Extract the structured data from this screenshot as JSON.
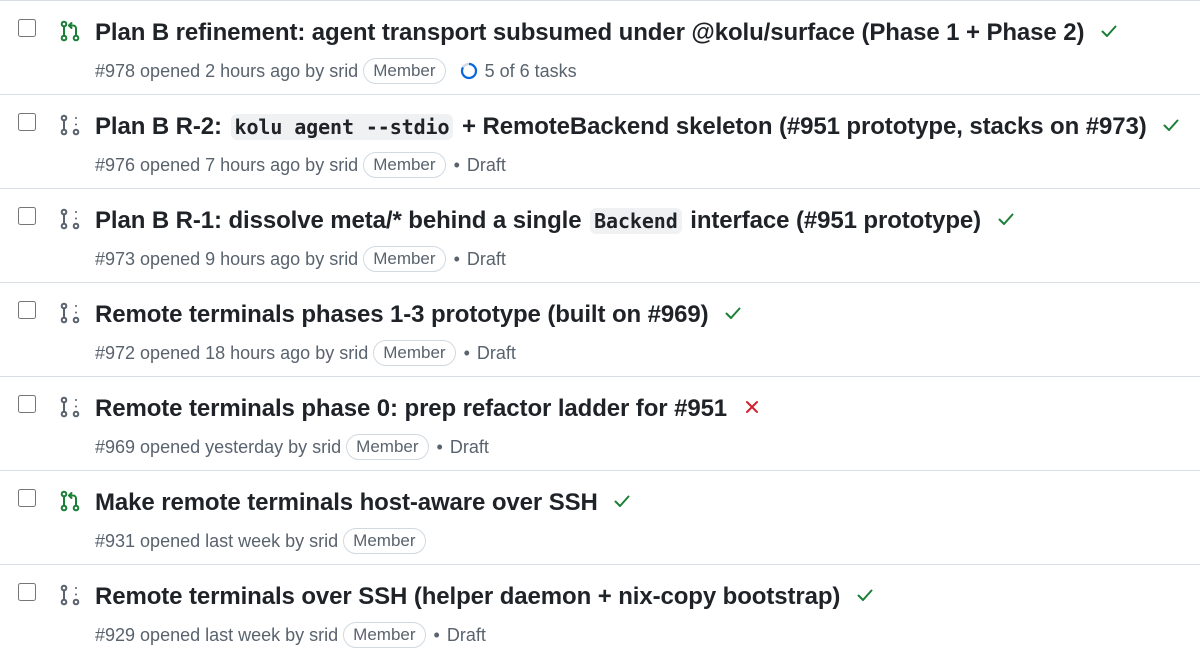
{
  "colors": {
    "open_icon": "#1a7f37",
    "draft_icon": "#59636e",
    "check": "#1a7f37",
    "fail": "#d1242f",
    "progress": "#0969da",
    "muted_text": "#59636e",
    "border": "#d8dee4"
  },
  "pull_requests": [
    {
      "state_icon": "git-pull-request-open-icon",
      "title_before": "Plan B refinement: agent transport subsumed under @kolu/surface (Phase 1 + Phase 2)",
      "title_code": "",
      "title_after": "",
      "status": "success",
      "meta": "#978 opened 2 hours ago by srid",
      "badge": "Member",
      "draft": "",
      "tasks": "5 of 6 tasks",
      "tasks_progress": 0.83
    },
    {
      "state_icon": "git-pull-request-draft-icon",
      "title_before": "Plan B R-2:",
      "title_code": "kolu agent --stdio",
      "title_after": "+ RemoteBackend skeleton (#951 prototype, stacks on #973)",
      "status": "success",
      "meta": "#976 opened 7 hours ago by srid",
      "badge": "Member",
      "draft": "Draft",
      "tasks": "",
      "tasks_progress": null
    },
    {
      "state_icon": "git-pull-request-draft-icon",
      "title_before": "Plan B R-1: dissolve meta/* behind a single",
      "title_code": "Backend",
      "title_after": "interface (#951 prototype)",
      "status": "success",
      "meta": "#973 opened 9 hours ago by srid",
      "badge": "Member",
      "draft": "Draft",
      "tasks": "",
      "tasks_progress": null
    },
    {
      "state_icon": "git-pull-request-draft-icon",
      "title_before": "Remote terminals phases 1-3 prototype (built on #969)",
      "title_code": "",
      "title_after": "",
      "status": "success",
      "meta": "#972 opened 18 hours ago by srid",
      "badge": "Member",
      "draft": "Draft",
      "tasks": "",
      "tasks_progress": null
    },
    {
      "state_icon": "git-pull-request-draft-icon",
      "title_before": "Remote terminals phase 0: prep refactor ladder for #951",
      "title_code": "",
      "title_after": "",
      "status": "failure",
      "meta": "#969 opened yesterday by srid",
      "badge": "Member",
      "draft": "Draft",
      "tasks": "",
      "tasks_progress": null
    },
    {
      "state_icon": "git-pull-request-open-icon",
      "title_before": "Make remote terminals host-aware over SSH",
      "title_code": "",
      "title_after": "",
      "status": "success",
      "meta": "#931 opened last week by srid",
      "badge": "Member",
      "draft": "",
      "tasks": "",
      "tasks_progress": null
    },
    {
      "state_icon": "git-pull-request-draft-icon",
      "title_before": "Remote terminals over SSH (helper daemon + nix-copy bootstrap)",
      "title_code": "",
      "title_after": "",
      "status": "success",
      "meta": "#929 opened last week by srid",
      "badge": "Member",
      "draft": "Draft",
      "tasks": "",
      "tasks_progress": null
    }
  ]
}
